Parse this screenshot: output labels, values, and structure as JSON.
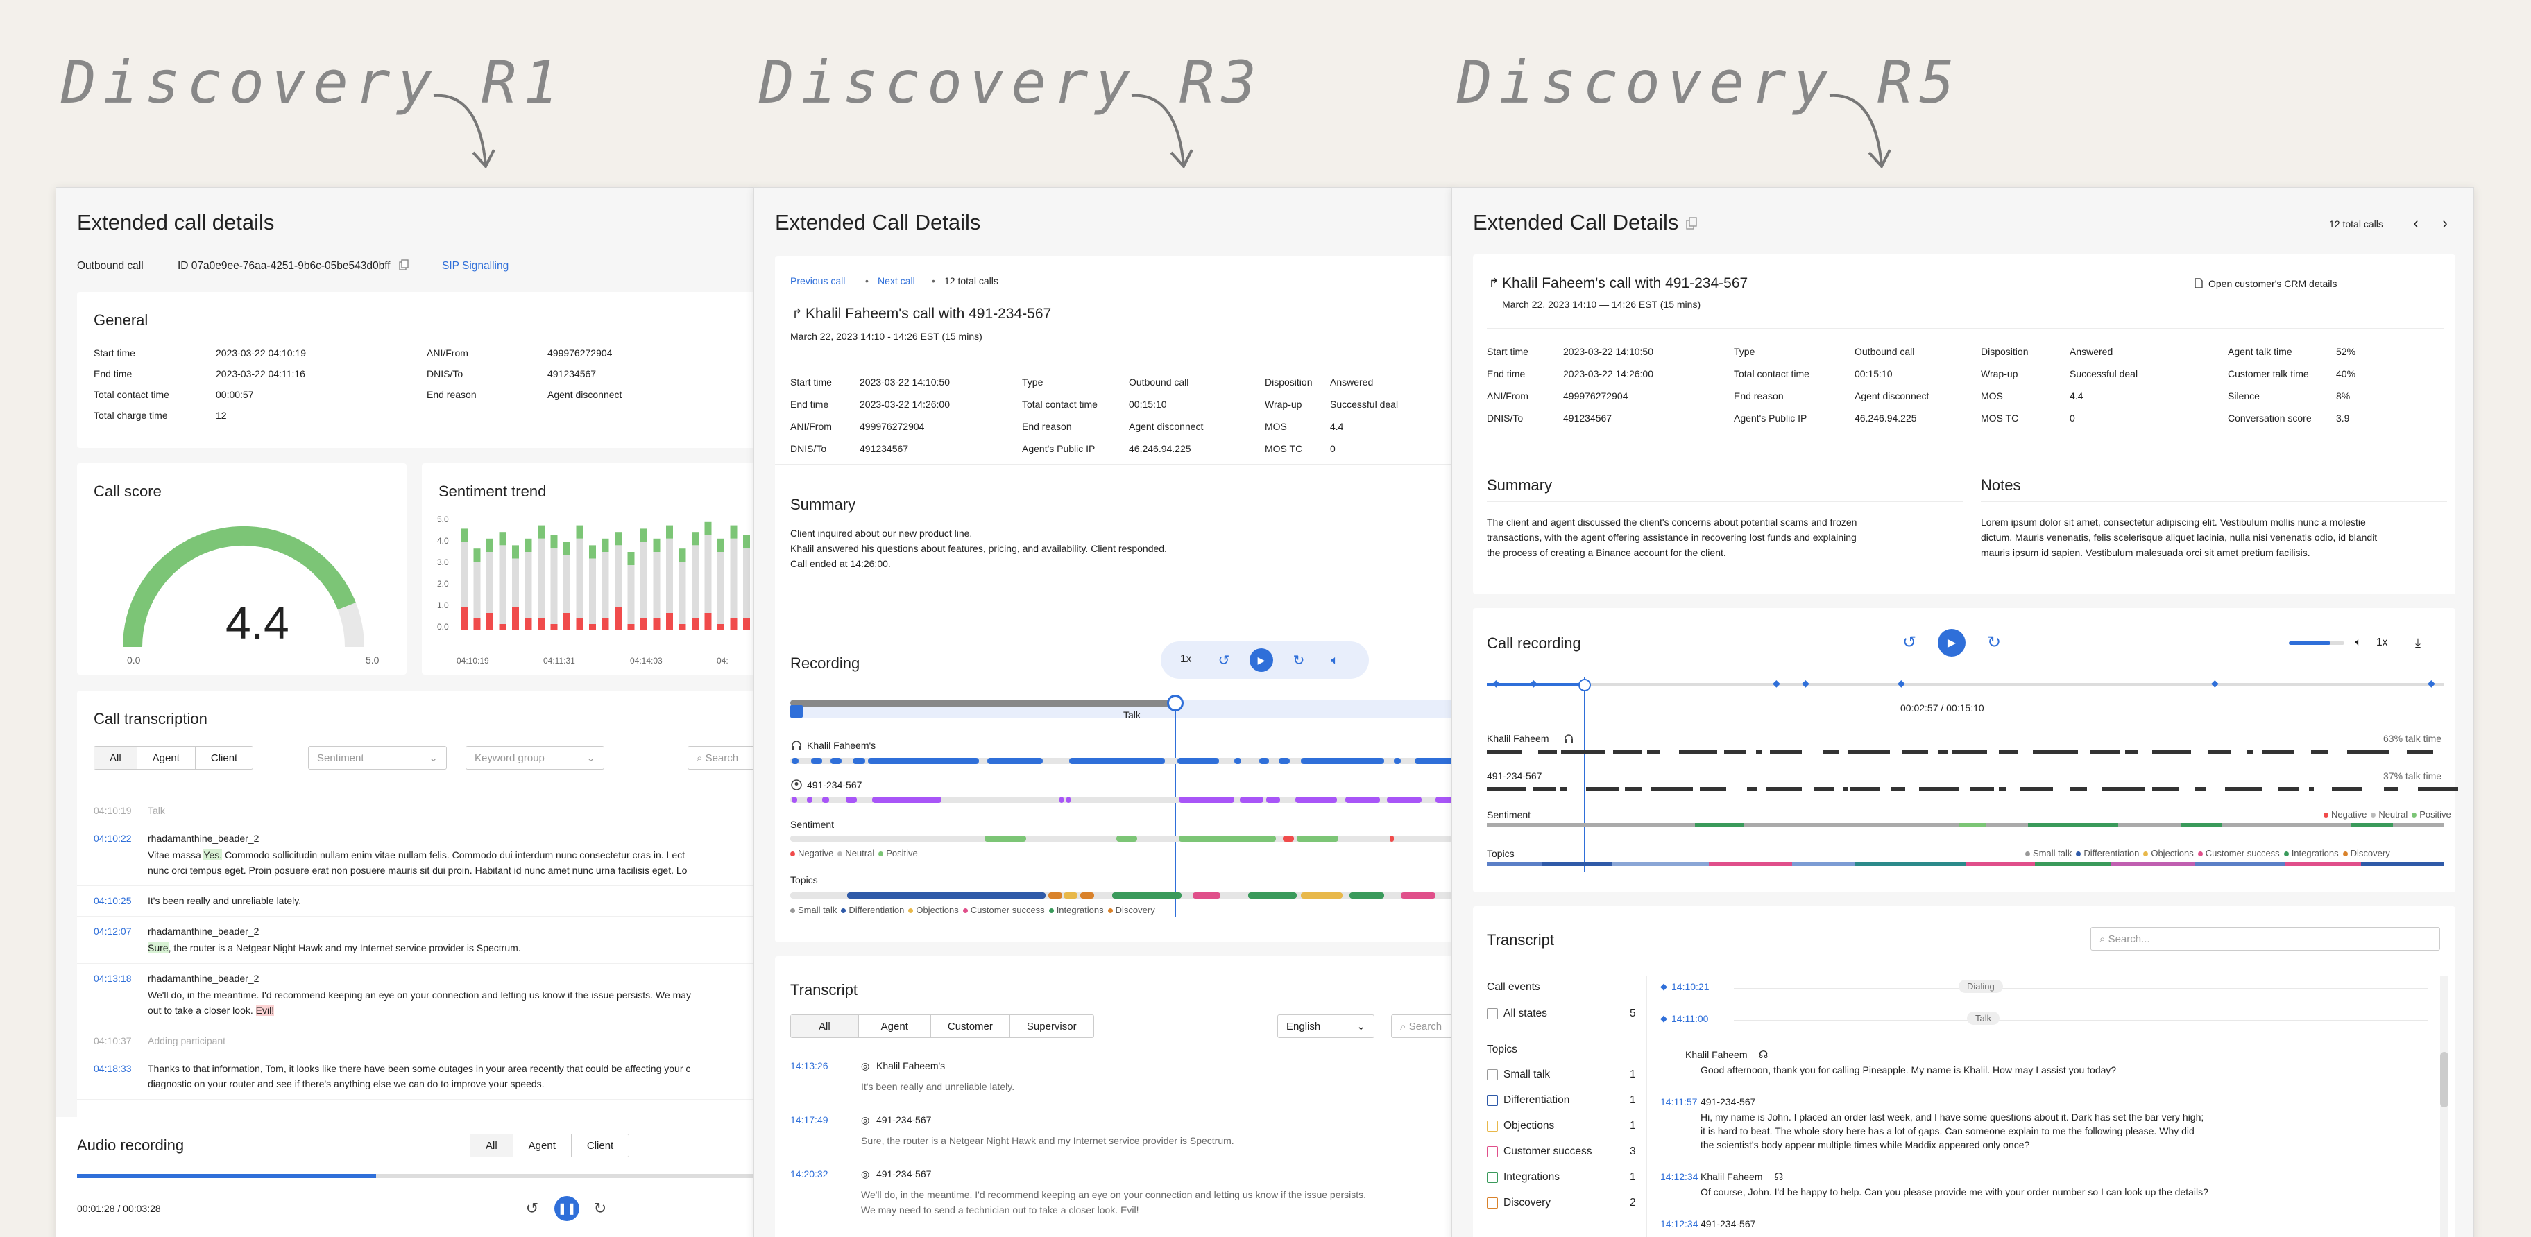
{
  "labels": [
    "Discovery R1",
    "Discovery R3",
    "Discovery R5"
  ],
  "r1": {
    "title": "Extended call details",
    "call_type": "Outbound call",
    "call_id": "ID 07a0e9ee-76aa-4251-9b6c-05be543d0bff",
    "sip_link": "SIP Signalling",
    "general": {
      "title": "General",
      "rows": [
        {
          "k": "Start time",
          "v": "2023-03-22   04:10:19"
        },
        {
          "k": "End time",
          "v": "2023-03-22   04:11:16"
        },
        {
          "k": "Total contact time",
          "v": "00:00:57"
        },
        {
          "k": "Total charge time",
          "v": "12"
        }
      ],
      "rows2": [
        {
          "k": "ANI/From",
          "v": "499976272904"
        },
        {
          "k": "DNIS/To",
          "v": "491234567"
        },
        {
          "k": "End reason",
          "v": "Agent disconnect"
        }
      ]
    },
    "call_score": {
      "title": "Call score",
      "value": "4.4",
      "min": "0.0",
      "max": "5.0",
      "fraction": 0.88
    },
    "sentiment": {
      "title": "Sentiment trend",
      "yticks": [
        "5.0",
        "4.0",
        "3.0",
        "2.0",
        "1.0",
        "0.0"
      ],
      "xticks": [
        "04:10:19",
        "04:11:31",
        "04:14:03",
        "04:"
      ]
    },
    "transcription": {
      "title": "Call transcription",
      "filters": [
        "All",
        "Agent",
        "Client"
      ],
      "sentiment_placeholder": "Sentiment",
      "keyword_placeholder": "Keyword group",
      "search_placeholder": "Search",
      "entries": [
        {
          "time": "04:10:19",
          "event": "Talk"
        },
        {
          "time": "04:10:22",
          "speaker": "rhadamanthine_beader_2",
          "pre": "Vitae massa ",
          "hl": "Yes.",
          "post": " Commodo sollicitudin nullam enim vitae nullam felis. Commodo dui interdum nunc consectetur cras in. Lect",
          "line2": "nunc orci tempus eget. Proin posuere erat non posuere mauris sit dui proin. Habitant id nunc amet nunc urna facilisis eget. Lo"
        },
        {
          "time": "04:10:25",
          "text": "It's been really and unreliable lately."
        },
        {
          "time": "04:12:07",
          "speaker": "rhadamanthine_beader_2",
          "hl": "Sure",
          "post": ", the router is a Netgear Night Hawk and my Internet service provider is Spectrum."
        },
        {
          "time": "04:13:18",
          "speaker": "rhadamanthine_beader_2",
          "text": "We'll do, in the meantime. I'd recommend keeping an eye on your connection and letting us know if the issue persists. We may",
          "line2pre": "out to take a closer look. ",
          "hl2": "Evil!"
        },
        {
          "time": "04:10:37",
          "event": "Adding participant"
        },
        {
          "time": "04:18:33",
          "text": "Thanks to that information, Tom, it looks like there have been some outages in your area recently that could be affecting your c",
          "line2": "diagnostic on your router and see if there's anything else we can do to improve your speeds."
        }
      ]
    },
    "audio": {
      "title": "Audio recording",
      "filters": [
        "All",
        "Agent",
        "Client"
      ],
      "time": "00:01:28 / 00:03:28",
      "progress": 0.44
    }
  },
  "r3": {
    "title": "Extended Call Details",
    "prev": "Previous call",
    "next": "Next call",
    "total": "12 total calls",
    "call_title": "Khalil Faheem's call with 491-234-567",
    "date": "March 22, 2023 14:10 - 14:26 EST (15 mins)",
    "col1": [
      {
        "k": "Start time",
        "v": "2023-03-22   14:10:50"
      },
      {
        "k": "End time",
        "v": "2023-03-22   14:26:00"
      },
      {
        "k": "ANI/From",
        "v": "499976272904"
      },
      {
        "k": "DNIS/To",
        "v": "491234567"
      }
    ],
    "col2": [
      {
        "k": "Type",
        "v": "Outbound call"
      },
      {
        "k": "Total contact time",
        "v": "00:15:10"
      },
      {
        "k": "End reason",
        "v": "Agent disconnect"
      },
      {
        "k": "Agent's Public IP",
        "v": "46.246.94.225"
      }
    ],
    "col3": [
      {
        "k": "Disposition",
        "v": "Answered"
      },
      {
        "k": "Wrap-up",
        "v": "Successful deal"
      },
      {
        "k": "MOS",
        "v": "4.4"
      },
      {
        "k": "MOS TC",
        "v": "0"
      }
    ],
    "summary_title": "Summary",
    "summary": [
      "Client inquired about our new product line.",
      "Khalil answered his questions about features, pricing, and availability. Client responded.",
      "Call ended at 14:26:00."
    ],
    "recording": {
      "title": "Recording",
      "speed": "1x",
      "talk": "Talk",
      "agent": "Khalil Faheem's",
      "client": "491-234-567",
      "sentiment": "Sentiment",
      "topics": "Topics",
      "sentiment_legend": [
        "Negative",
        "Neutral",
        "Positive"
      ],
      "topic_legend": [
        "Small talk",
        "Differentiation",
        "Objections",
        "Customer success",
        "Integrations",
        "Discovery"
      ]
    },
    "transcript": {
      "title": "Transcript",
      "filters": [
        "All",
        "Agent",
        "Customer",
        "Supervisor"
      ],
      "language": "English",
      "search": "Search",
      "entries": [
        {
          "time": "14:13:26",
          "speaker": "Khalil Faheem's",
          "text": "It's been really and unreliable lately."
        },
        {
          "time": "14:17:49",
          "speaker": "491-234-567",
          "text": "Sure, the router is a Netgear Night Hawk and my Internet service provider is Spectrum."
        },
        {
          "time": "14:20:32",
          "speaker": "491-234-567",
          "text": "We'll do, in the meantime. I'd recommend keeping an eye on your connection and letting us know if the issue persists.",
          "line2": "We may need to send a technician out to take a closer look. Evil!"
        }
      ]
    }
  },
  "r5": {
    "title": "Extended Call Details",
    "total": "12 total calls",
    "call_title": "Khalil Faheem's call with 491-234-567",
    "date": "March 22, 2023 14:10 — 14:26 EST (15 mins)",
    "crm": "Open customer's CRM details",
    "col1": [
      {
        "k": "Start time",
        "v": "2023-03-22   14:10:50"
      },
      {
        "k": "End time",
        "v": "2023-03-22   14:26:00"
      },
      {
        "k": "ANI/From",
        "v": "499976272904"
      },
      {
        "k": "DNIS/To",
        "v": "491234567"
      }
    ],
    "col2": [
      {
        "k": "Type",
        "v": "Outbound call"
      },
      {
        "k": "Total contact time",
        "v": "00:15:10"
      },
      {
        "k": "End reason",
        "v": "Agent disconnect"
      },
      {
        "k": "Agent's Public IP",
        "v": "46.246.94.225"
      }
    ],
    "col3": [
      {
        "k": "Disposition",
        "v": "Answered"
      },
      {
        "k": "Wrap-up",
        "v": "Successful deal"
      },
      {
        "k": "MOS",
        "v": "4.4"
      },
      {
        "k": "MOS TC",
        "v": "0"
      }
    ],
    "col4": [
      {
        "k": "Agent talk time",
        "v": "52%"
      },
      {
        "k": "Customer talk time",
        "v": "40%"
      },
      {
        "k": "Silence",
        "v": "8%"
      },
      {
        "k": "Conversation score",
        "v": "3.9"
      }
    ],
    "summary_title": "Summary",
    "summary": [
      "The client and agent discussed the client's concerns about potential scams and frozen",
      "transactions, with the agent offering assistance in recovering lost funds and explaining",
      "the process of creating a Binance account for the client."
    ],
    "notes_title": "Notes",
    "notes": [
      "Lorem ipsum dolor sit amet, consectetur adipiscing elit. Vestibulum mollis nunc a molestie",
      "dictum. Mauris venenatis, felis scelerisque aliquet lacinia, nulla nisi venenatis odio, id blandit",
      "mauris ipsum id sapien. Vestibulum malesuada orci sit amet pretium facilisis."
    ],
    "recording": {
      "title": "Call recording",
      "speed": "1x",
      "time": "00:02:57  /  00:15:10",
      "agent": "Khalil Faheem",
      "agent_pct": "63% talk time",
      "client": "491-234-567",
      "client_pct": "37% talk time",
      "sentiment": "Sentiment",
      "topics": "Topics",
      "volume": 0.75,
      "sentiment_legend": [
        "Negative",
        "Neutral",
        "Positive"
      ],
      "topic_legend": [
        "Small talk",
        "Differentiation",
        "Objections",
        "Customer success",
        "Integrations",
        "Discovery"
      ]
    },
    "transcript": {
      "title": "Transcript",
      "search": "Search...",
      "call_events": "Call events",
      "all_states": "All states",
      "all_states_n": "5",
      "topics_title": "Topics",
      "topics": [
        {
          "name": "Small talk",
          "n": "1",
          "color": "#999999"
        },
        {
          "name": "Differentiation",
          "n": "1",
          "color": "#2f5aa8"
        },
        {
          "name": "Objections",
          "n": "1",
          "color": "#e8b84a"
        },
        {
          "name": "Customer success",
          "n": "3",
          "color": "#e04f8a"
        },
        {
          "name": "Integrations",
          "n": "1",
          "color": "#3a9a5b"
        },
        {
          "name": "Discovery",
          "n": "2",
          "color": "#d9822b"
        }
      ],
      "events": [
        {
          "time": "14:10:21",
          "label": "Dialing"
        },
        {
          "time": "14:11:00",
          "label": "Talk"
        }
      ],
      "messages": [
        {
          "time": "",
          "speaker": "Khalil Faheem",
          "lines": [
            "Good afternoon, thank you for calling Pineapple. My name is Khalil. How may I assist you today?"
          ]
        },
        {
          "time": "14:11:57",
          "speaker": "491-234-567",
          "lines": [
            "Hi, my name is John. I placed an order last week, and I have some questions about it. Dark has set the bar very high;",
            "it is hard to beat. The whole story here has a lot of gaps. Can someone explain to me the following please. Why did",
            "the scientist's body appear multiple times while Maddix appeared only once?"
          ]
        },
        {
          "time": "14:12:34",
          "speaker": "Khalil Faheem",
          "lines": [
            "Of course, John. I'd be happy to help. Can you please provide me with your order number so I can look up the details?"
          ]
        },
        {
          "time": "14:12:34",
          "speaker": "491-234-567",
          "lines": []
        }
      ]
    }
  },
  "colors": {
    "blue": "#2f6fd9",
    "green": "#7cc576",
    "red": "#f04b4b",
    "purple": "#a855f7"
  }
}
